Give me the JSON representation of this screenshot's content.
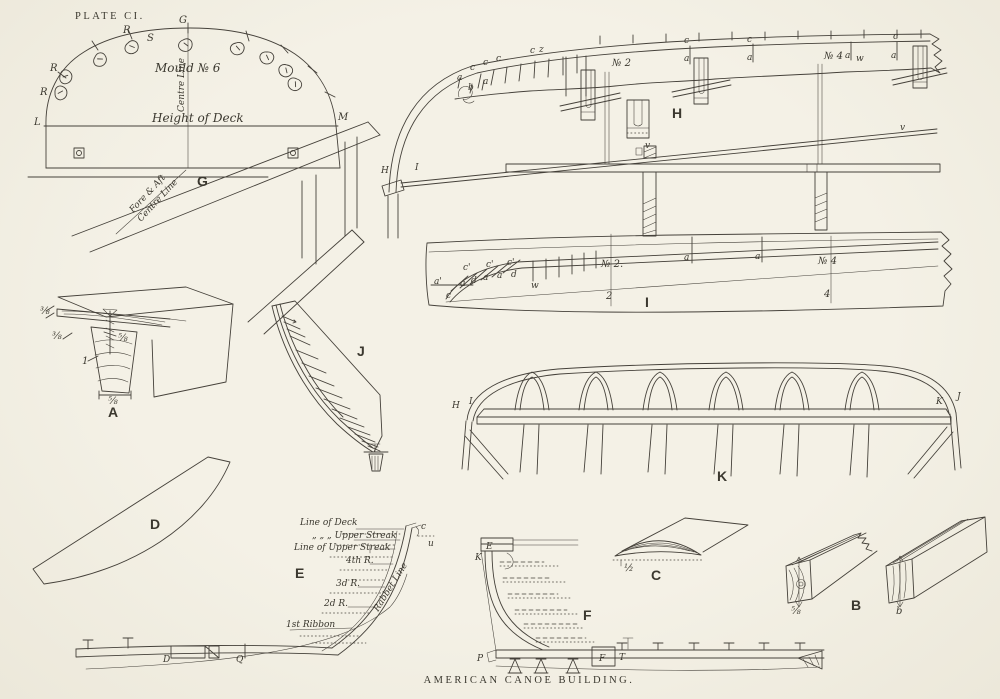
{
  "page": {
    "background": "#f2efe2",
    "ink": "#45413a",
    "plate_label": "PLATE CI.",
    "caption": "AMERICAN CANOE BUILDING."
  },
  "figures": {
    "g": {
      "label": "G",
      "mould_no": "Mould № 6",
      "centre_line": "Centre Line",
      "height_of_deck": "Height of Deck",
      "fore_aft_line1": "Fore & Aft",
      "fore_aft_line2": "Centre Line",
      "letters": {
        "l": "L",
        "m": "M",
        "r1": "R",
        "r2": "R",
        "r3": "R",
        "s": "S",
        "g_top": "G"
      }
    },
    "h": {
      "label": "H",
      "station_no2": "№ 2",
      "station_no4": "№ 4",
      "letters": {
        "h_end": "H",
        "i_end": "I",
        "v1": "v",
        "v2": "v",
        "w": "w",
        "a1": "a",
        "a2": "a",
        "a3": "a",
        "a4": "a",
        "c1": "c",
        "c2": "c",
        "c3": "c",
        "c4": "c",
        "z": "z",
        "a_bow1": "a",
        "a_bow2": "a",
        "b_bow": "b",
        "c_bow1": "c",
        "c_bow2": "c",
        "c_bow3": "c"
      }
    },
    "i": {
      "label": "I",
      "station_no2": "№ 2.",
      "station_no4": "№ 4",
      "num2": "2",
      "num4": "4",
      "letters": {
        "a1": "a",
        "a2": "a",
        "w": "w",
        "ap": "a'",
        "c": "c",
        "a3": "a",
        "d": "d",
        "c1": "c'",
        "a4": "a",
        "c2": "c'",
        "a5": "a",
        "c3": "c'",
        "d2": "d"
      }
    },
    "k": {
      "label": "K",
      "letters": {
        "h": "H",
        "i": "I",
        "k": "K",
        "j": "J"
      }
    },
    "a": {
      "label": "A",
      "dims": {
        "d38a": "⅜",
        "d38b": "⅜",
        "d58a": "⅝",
        "d1": "1",
        "d58b": "⅝"
      }
    },
    "j": {
      "label": "J"
    },
    "d": {
      "label": "D"
    },
    "e": {
      "label": "E",
      "line_of_deck": "Line of Deck",
      "ditto_upper_streak": "„ „ „ Upper Streak",
      "line_of_upper_streak": "Line of Upper Streak",
      "rib4": "4th R.",
      "rib3": "3d R.",
      "rib2": "2d R.",
      "ribbon1": "1st Ribbon",
      "rabbet_line": "Rabbet Line",
      "letters": {
        "c": "c",
        "u": "u",
        "d": "D",
        "q": "Q"
      }
    },
    "f": {
      "label": "F",
      "letters": {
        "e": "E",
        "k": "K",
        "p": "P",
        "f_box": "F",
        "t": "T"
      }
    },
    "c": {
      "label": "C",
      "dims": {
        "half": "½"
      }
    },
    "b": {
      "label": "B",
      "dims": {
        "d58": "⅝",
        "b": "b"
      }
    }
  }
}
